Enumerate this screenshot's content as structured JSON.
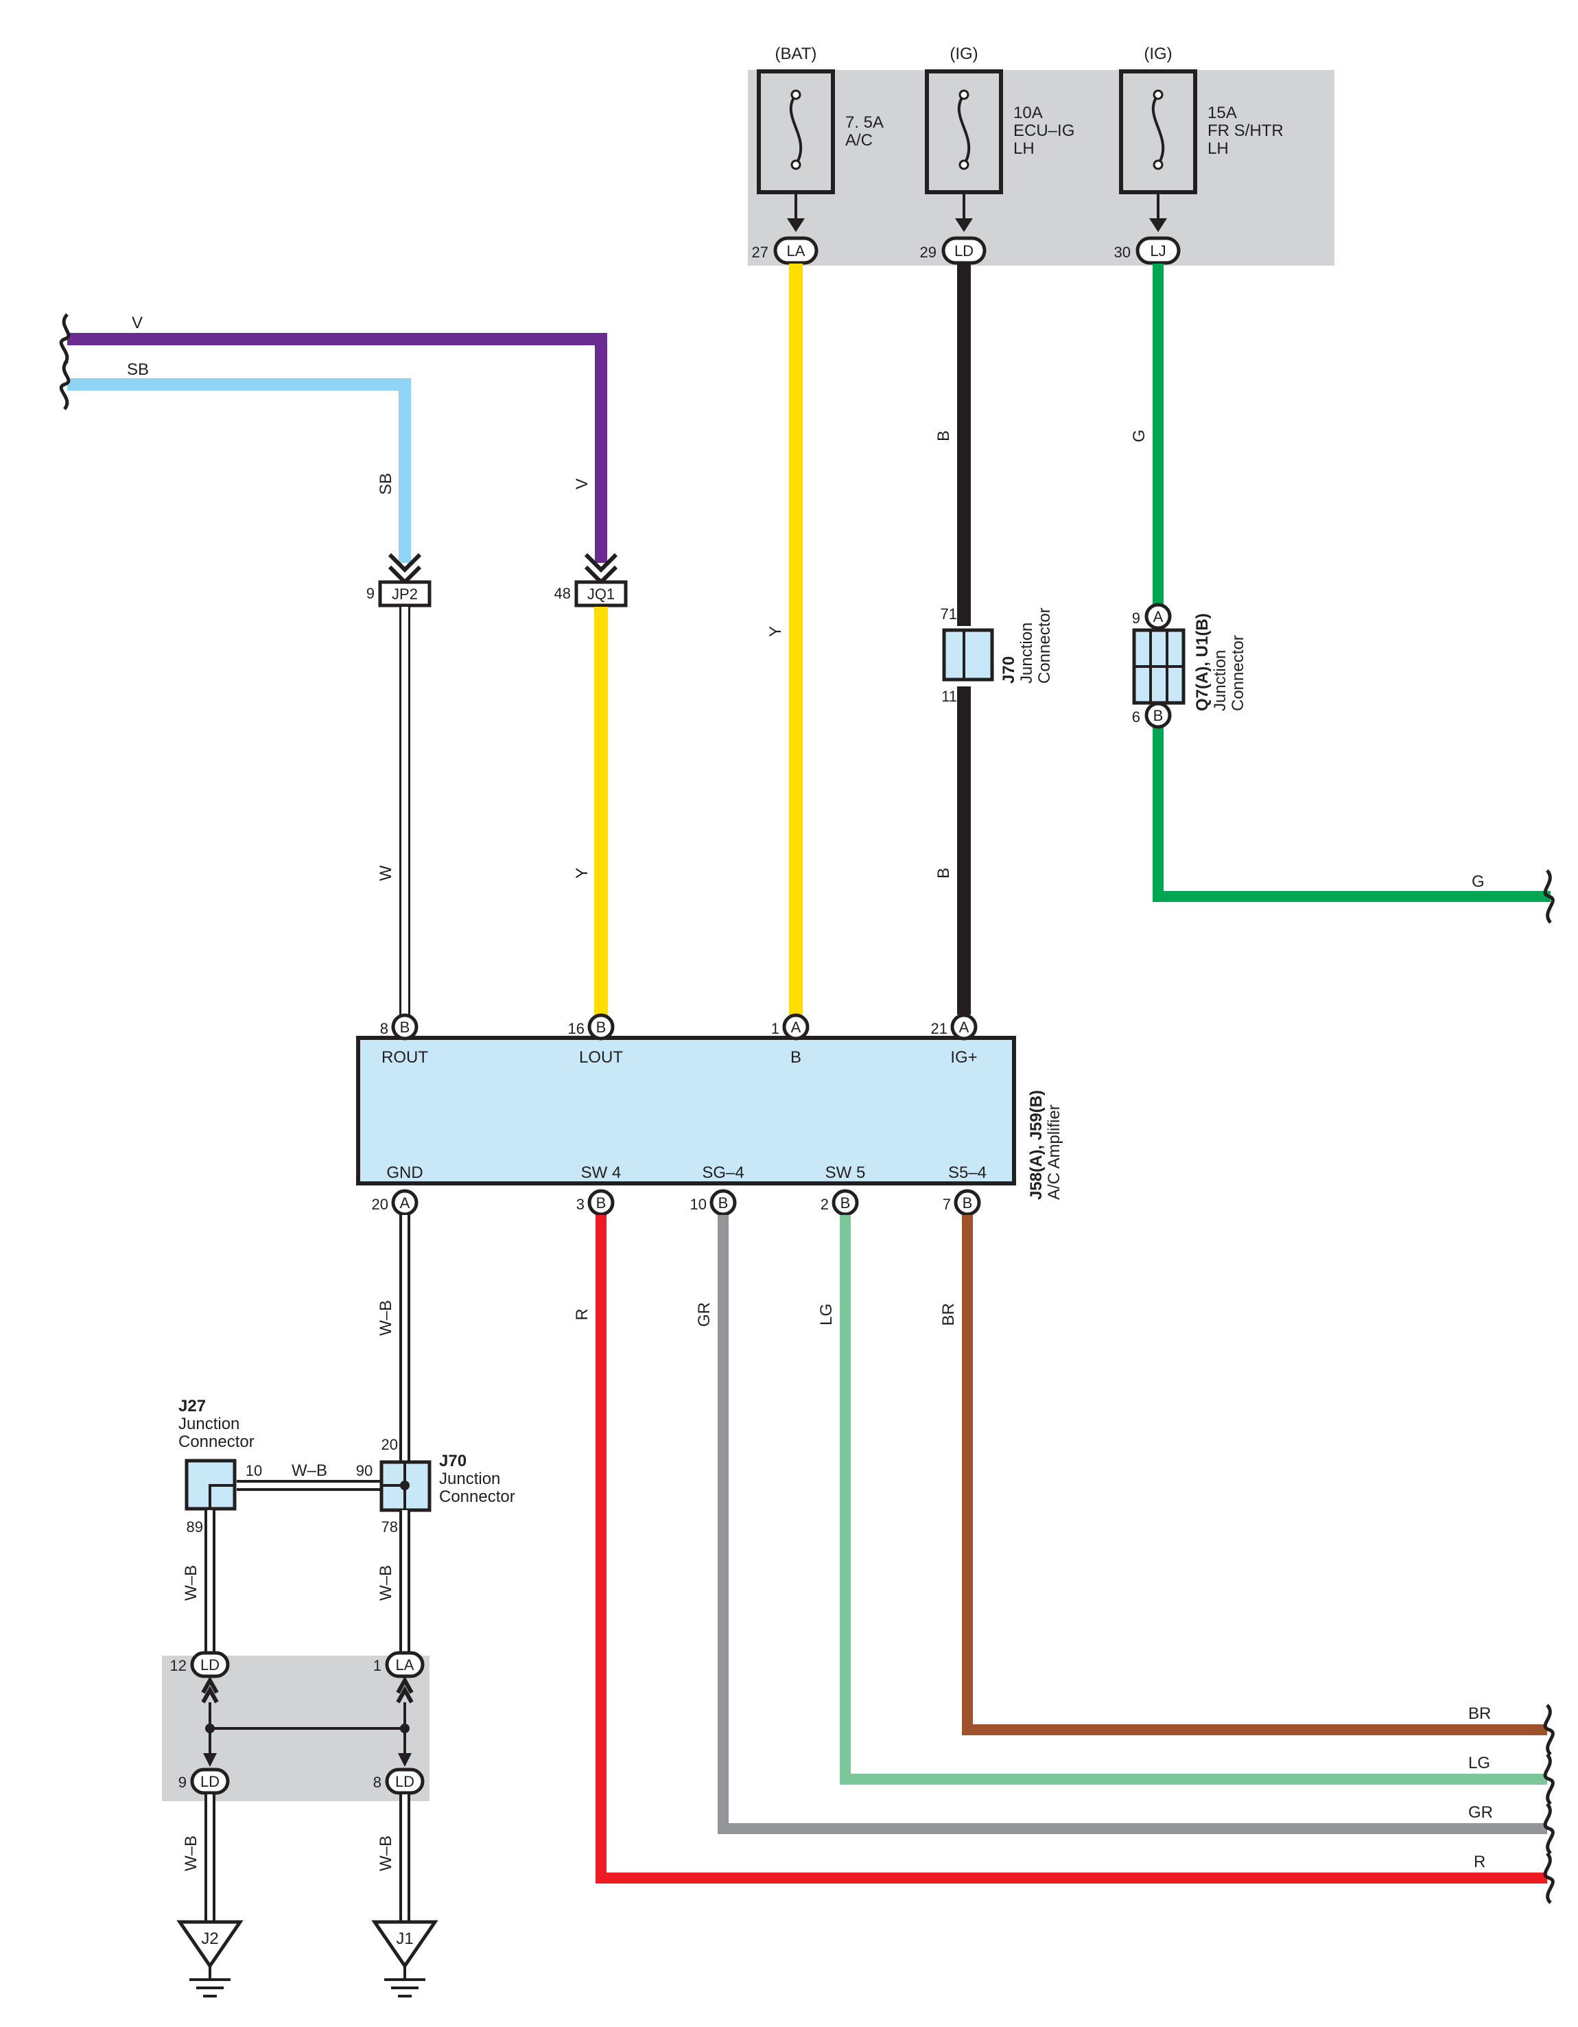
{
  "colors": {
    "violet": "#6a2c91",
    "sky_blue": "#8fd4f5",
    "white_wire": "#ffffff",
    "yellow": "#ffdd00",
    "black": "#231f20",
    "green": "#00a651",
    "red": "#ed1c24",
    "gray": "#939598",
    "light_green": "#7cc799",
    "brown": "#a0522d",
    "component_fill": "#c8e8f8",
    "block_fill": "#d1d3d4"
  },
  "fuses": [
    {
      "source": "(BAT)",
      "rating": "7. 5A",
      "name": "A/C",
      "name2": "",
      "pin": "27",
      "term": "LA"
    },
    {
      "source": "(IG)",
      "rating": "10A",
      "name": "ECU–IG",
      "name2": "LH",
      "pin": "29",
      "term": "LD"
    },
    {
      "source": "(IG)",
      "rating": "15A",
      "name": "FR S/HTR",
      "name2": "LH",
      "pin": "30",
      "term": "LJ"
    }
  ],
  "left_wires": {
    "violet": "V",
    "sky_blue": "SB"
  },
  "inline_connectors": {
    "jp2": {
      "pin": "9",
      "name": "JP2"
    },
    "jq1": {
      "pin": "48",
      "name": "JQ1"
    }
  },
  "wire_labels": {
    "sb_vertical": "SB",
    "v_vertical": "V",
    "w": "W",
    "y_left": "Y",
    "y_right": "Y",
    "b_upper": "B",
    "b_lower": "B",
    "g_vertical": "G",
    "g_horizontal": "G",
    "wb_gnd": "W–B",
    "r": "R",
    "gr": "GR",
    "lg": "LG",
    "br": "BR",
    "br_end": "BR",
    "lg_end": "LG",
    "gr_end": "GR",
    "r_end": "R",
    "wb_j27": "W–B",
    "wb_left_mid": "W–B",
    "wb_right_mid": "W–B",
    "wb_left_low": "W–B",
    "wb_right_low": "W–B"
  },
  "j70_top": {
    "pin_in": "71",
    "pin_out": "11",
    "name": "J70",
    "desc1": "Junction",
    "desc2": "Connector"
  },
  "q7": {
    "pin_top": "9",
    "term_top": "A",
    "pin_bottom": "6",
    "term_bottom": "B",
    "name": "Q7(A), U1(B)",
    "desc1": "Junction",
    "desc2": "Connector"
  },
  "amplifier": {
    "name": "J58(A), J59(B)",
    "desc": "A/C Amplifier",
    "top_pins": [
      {
        "pin": "8",
        "term": "B",
        "label": "ROUT"
      },
      {
        "pin": "16",
        "term": "B",
        "label": "LOUT"
      },
      {
        "pin": "1",
        "term": "A",
        "label": "B"
      },
      {
        "pin": "21",
        "term": "A",
        "label": "IG+"
      }
    ],
    "bottom_pins": [
      {
        "pin": "20",
        "term": "A",
        "label": "GND"
      },
      {
        "pin": "3",
        "term": "B",
        "label": "SW 4"
      },
      {
        "pin": "10",
        "term": "B",
        "label": "SG–4"
      },
      {
        "pin": "2",
        "term": "B",
        "label": "SW 5"
      },
      {
        "pin": "7",
        "term": "B",
        "label": "S5–4"
      }
    ]
  },
  "j27": {
    "name": "J27",
    "desc1": "Junction",
    "desc2": "Connector",
    "pin_right": "10",
    "pin_bottom": "89"
  },
  "j70_bottom": {
    "name": "J70",
    "desc1": "Junction",
    "desc2": "Connector",
    "pin_top": "20",
    "pin_left": "90",
    "pin_bottom": "78"
  },
  "ground_block": {
    "top_left": {
      "pin": "12",
      "term": "LD"
    },
    "top_right": {
      "pin": "1",
      "term": "LA"
    },
    "bottom_left": {
      "pin": "9",
      "term": "LD"
    },
    "bottom_right": {
      "pin": "8",
      "term": "LD"
    }
  },
  "grounds": {
    "left": "J2",
    "right": "J1"
  }
}
